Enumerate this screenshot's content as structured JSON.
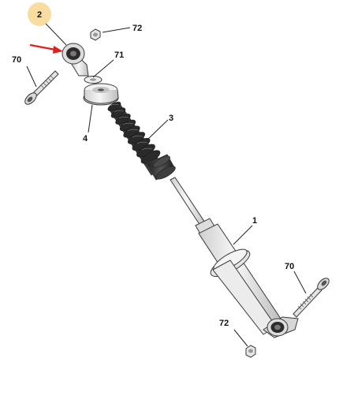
{
  "callouts": {
    "c2": "2",
    "c72_top": "72",
    "c70_top": "70",
    "c71": "71",
    "c4": "4",
    "c3": "3",
    "c1": "1",
    "c70_bottom": "70",
    "c72_bottom": "72"
  },
  "colors": {
    "highlight_circle": "#f9dca0",
    "arrow": "#e02020",
    "part_fill": "#e9e9e9",
    "part_dark": "#2c2c2c"
  }
}
